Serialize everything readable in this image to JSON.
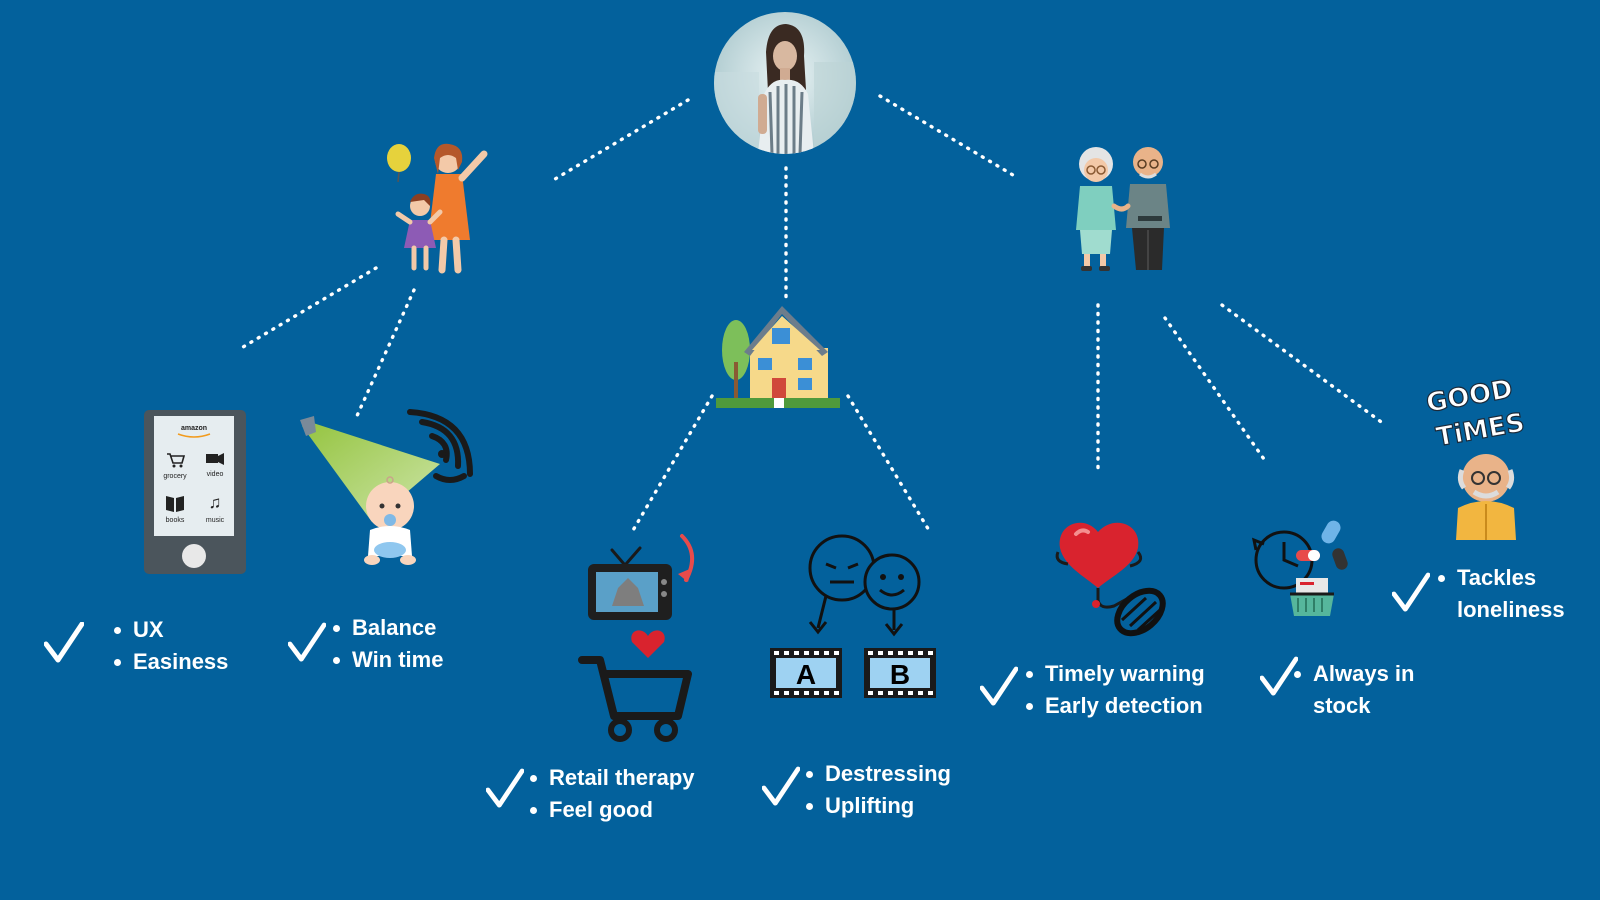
{
  "diagram": {
    "root": {
      "name": "Persona"
    },
    "branches": [
      {
        "name": "Mother with children",
        "leaves": [
          {
            "name": "Amazon tablet",
            "icon": "amazon-tablet-icon",
            "app_brand": "amazon",
            "apps": [
              "grocery",
              "video",
              "books",
              "music"
            ],
            "benefits": [
              "UX",
              "Easiness"
            ]
          },
          {
            "name": "Baby monitor",
            "icon": "baby-monitor-icon",
            "benefits": [
              "Balance",
              "Win time"
            ]
          }
        ]
      },
      {
        "name": "Home",
        "leaves": [
          {
            "name": "TV shopping",
            "icon": "tv-shopping-cart-icon",
            "benefits": [
              "Retail therapy",
              "Feel good"
            ]
          },
          {
            "name": "Mood content A/B",
            "icon": "mood-ab-testing-icon",
            "labels": [
              "A",
              "B"
            ],
            "benefits": [
              "Destressing",
              "Uplifting"
            ]
          }
        ]
      },
      {
        "name": "Elderly couple",
        "leaves": [
          {
            "name": "Heart monitor",
            "icon": "heart-monitor-icon",
            "benefits": [
              "Timely warning",
              "Early detection"
            ]
          },
          {
            "name": "Medication refill",
            "icon": "medication-refill-icon",
            "benefits": [
              "Always in",
              "stock"
            ]
          },
          {
            "name": "Good times companion",
            "icon": "good-times-icon",
            "logo_text": [
              "GOOD",
              "TiMES"
            ],
            "benefits": [
              "Tackles",
              "loneliness"
            ]
          }
        ]
      }
    ]
  },
  "colors": {
    "background": "#03619c",
    "text": "#ffffff",
    "connector": "#ffffff",
    "heart": "#d9232e",
    "accent_red": "#e84b4b"
  }
}
